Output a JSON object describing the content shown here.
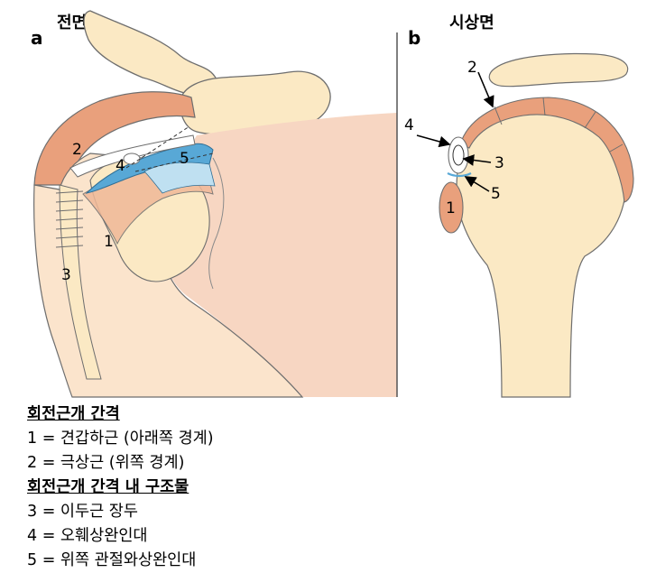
{
  "panels": {
    "a": {
      "letter": "a",
      "title": "전면"
    },
    "b": {
      "letter": "b",
      "title": "시상면"
    }
  },
  "labels_a": [
    "1",
    "2",
    "3",
    "4",
    "5"
  ],
  "labels_b": [
    "1",
    "2",
    "3",
    "4",
    "5"
  ],
  "legend": {
    "heading1": "회전근개 간격",
    "item1": "1 = 견갑하근 (아래쪽 경계)",
    "item2": "2 = 극상근 (위쪽 경계)",
    "heading2": "회전근개 간격 내 구조물",
    "item3": "3 = 이두근 장두",
    "item4": "4 = 오훼상완인대",
    "item5": "5 = 위쪽 관절와상완인대"
  },
  "colors": {
    "bone": "#fbe9c4",
    "muscle": "#e9a07c",
    "muscle_light": "#f6cdb8",
    "ligament_blue": "#58a8d6",
    "ligament_light": "#bfe0f1",
    "outline": "#6e6e6e"
  }
}
